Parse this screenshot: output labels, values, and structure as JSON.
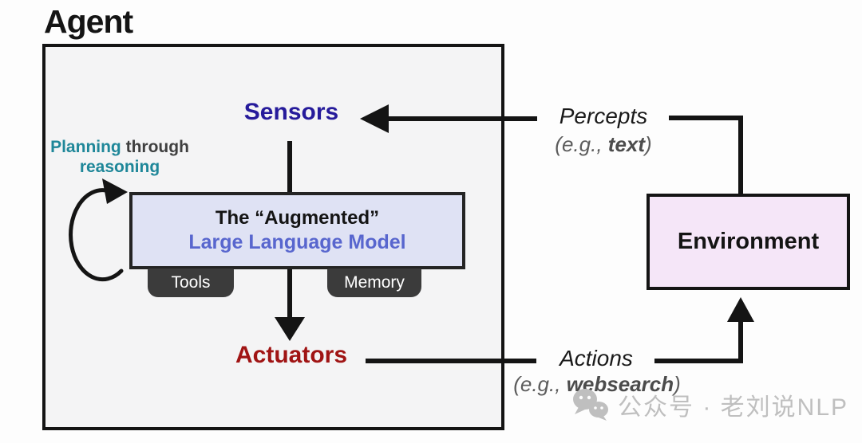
{
  "title": "Agent",
  "agent": {
    "sensors_label": "Sensors",
    "actuators_label": "Actuators",
    "planning": {
      "word_teal_1": "Planning",
      "word_gray": " through",
      "word_teal_2": "reasoning"
    },
    "llm_box": {
      "line1": "The “Augmented”",
      "line2": "Large Language Model"
    },
    "tabs": [
      {
        "label": "Tools"
      },
      {
        "label": "Memory"
      }
    ]
  },
  "environment": {
    "label": "Environment"
  },
  "percepts": {
    "label": "Percepts",
    "example_prefix": "(e.g., ",
    "example_bold": "text",
    "example_suffix": ")"
  },
  "actions": {
    "label": "Actions",
    "example_prefix": "(e.g., ",
    "example_bold": "websearch",
    "example_suffix": ")"
  },
  "watermark": {
    "icon": "wechat-icon",
    "text": "公众号 · 老刘说NLP"
  },
  "colors": {
    "page_background": "#fdfdfd",
    "agent_box_background": "#f4f4f5",
    "agent_box_border": "#141414",
    "sensors_text": "#261b9b",
    "actuators_text": "#a01414",
    "planning_teal": "#1f8799",
    "planning_gray": "#3f3f3f",
    "llm_box_background": "#dfe2f4",
    "llm_line2_text": "#5866ce",
    "tab_background": "#3b3b3b",
    "environment_background": "#f5e6f8",
    "arrow_line": "#141414",
    "example_gray": "#5c5c5c",
    "watermark_gray": "#bfbfbf"
  }
}
